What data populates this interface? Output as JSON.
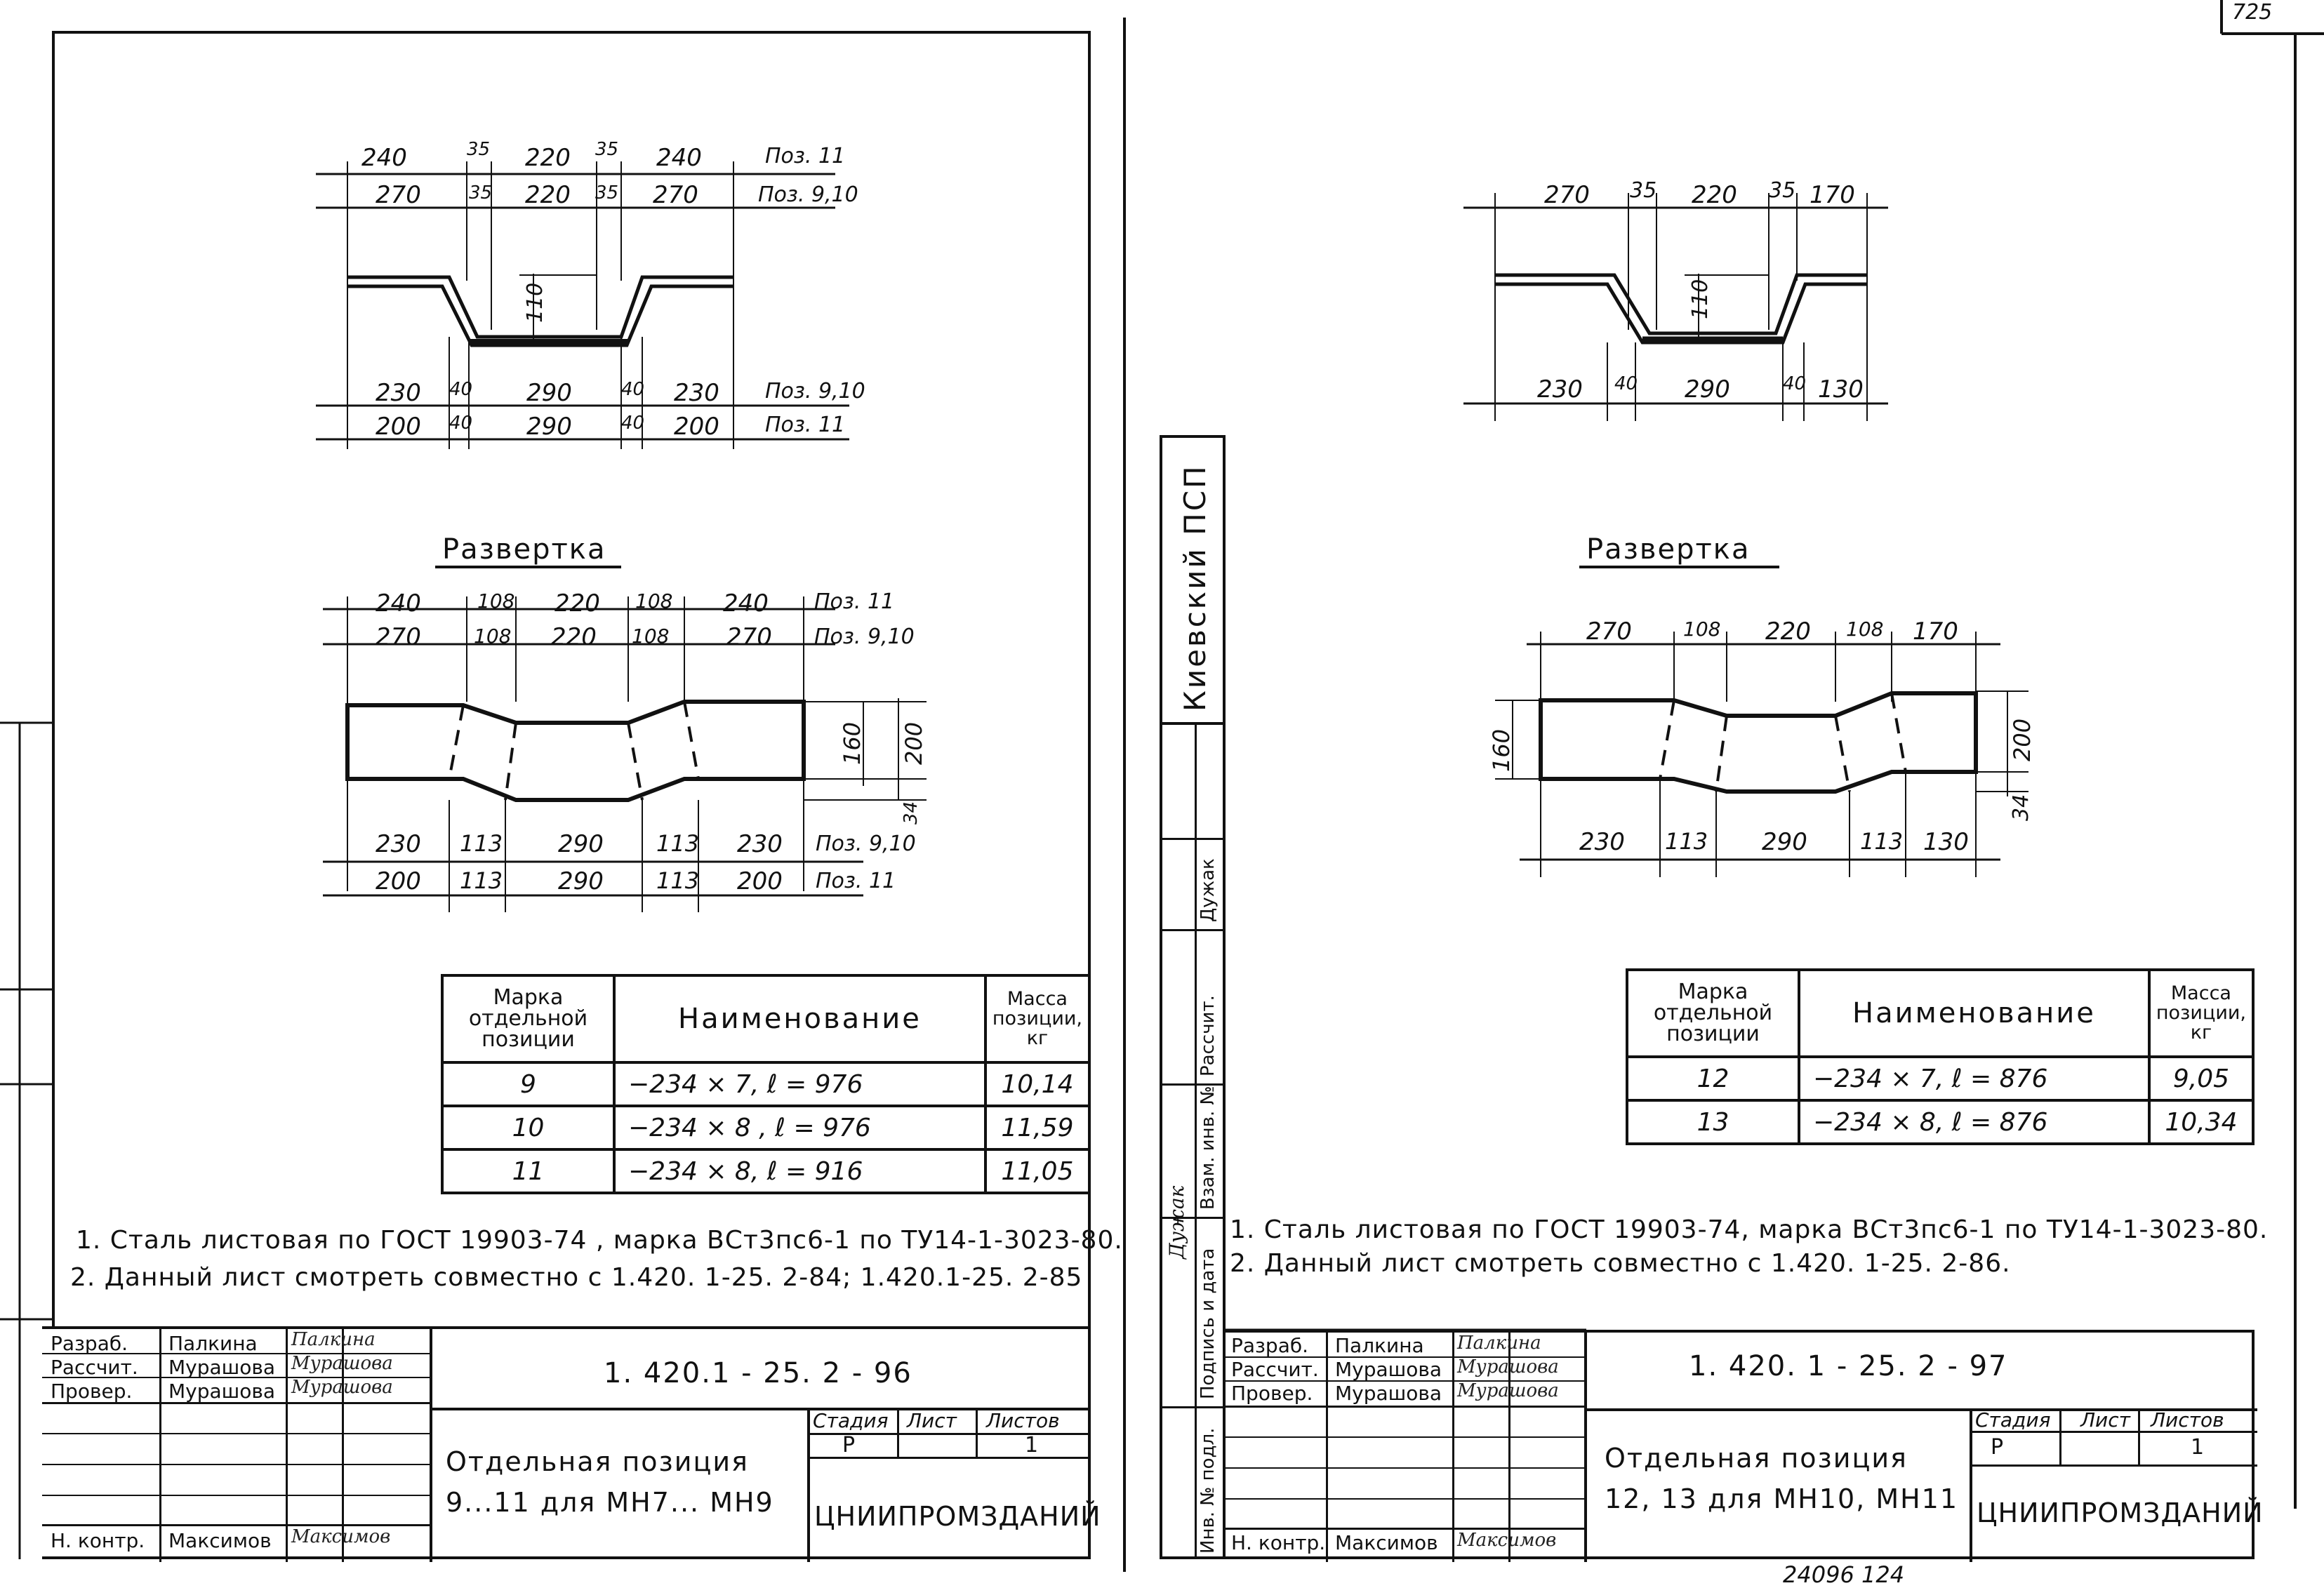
{
  "corner_number": "725",
  "bottom_number": "24096  124",
  "left": {
    "top_dims": {
      "row1": [
        "240",
        "35",
        "220",
        "35",
        "240"
      ],
      "row1_pos": "Поз. 11",
      "row2": [
        "270",
        "35",
        "220",
        "35",
        "270"
      ],
      "row2_pos": "Поз. 9,10",
      "depth": "110",
      "row3": [
        "230",
        "40",
        "290",
        "40",
        "230"
      ],
      "row3_pos": "Поз. 9,10",
      "row4": [
        "200",
        "40",
        "290",
        "40",
        "200"
      ],
      "row4_pos": "Поз. 11"
    },
    "razvertka_title": "Развертка",
    "dev_dims": {
      "row1": [
        "240",
        "108",
        "220",
        "108",
        "240"
      ],
      "row1_pos": "Поз. 11",
      "row2": [
        "270",
        "108",
        "220",
        "108",
        "270"
      ],
      "row2_pos": "Поз. 9,10",
      "h160": "160",
      "h200": "200",
      "h34": "34",
      "row3": [
        "230",
        "113",
        "290",
        "113",
        "230"
      ],
      "row3_pos": "Поз. 9,10",
      "row4": [
        "200",
        "113",
        "290",
        "113",
        "200"
      ],
      "row4_pos": "Поз. 11"
    },
    "table": {
      "headers": [
        "Марка отдельной позиции",
        "Наименование",
        "Масса позиции, кг"
      ],
      "rows": [
        [
          "9",
          "−234 × 7,   ℓ = 976",
          "10,14"
        ],
        [
          "10",
          "−234 × 8 ,   ℓ = 976",
          "11,59"
        ],
        [
          "11",
          "−234 × 8,   ℓ = 916",
          "11,05"
        ]
      ]
    },
    "note1": "1. Сталь листовая по ГОСТ 19903-74 , марка ВСт3пс6-1 по ТУ14-1-3023-80.",
    "note2": "2. Данный лист смотреть совместно с 1.420. 1-25. 2-84; 1.420.1-25. 2-85",
    "title_block": {
      "roles": [
        "Разраб.",
        "Рассчит.",
        "Провер.",
        "Н. контр."
      ],
      "names": [
        "Палкина",
        "Мурашова",
        "Мурашова",
        "Максимов"
      ],
      "signatures": [
        "Палкина",
        "Мурашова",
        "Мурашова",
        "Максимов"
      ],
      "doc_code": "1. 420.1 - 25. 2 - 96",
      "stage_label": "Стадия",
      "sheet_label": "Лист",
      "sheets_label": "Листов",
      "stage": "Р",
      "sheets": "1",
      "title": "Отдельная позиция 9...11 для МН7... МН9",
      "org": "ЦНИИПРОМЗДАНИЙ"
    }
  },
  "right": {
    "top_dims": {
      "row1": [
        "270",
        "35",
        "220",
        "35",
        "170"
      ],
      "depth": "110",
      "row2": [
        "230",
        "40",
        "290",
        "40",
        "130"
      ]
    },
    "razvertka_title": "Развертка",
    "dev_dims": {
      "row1": [
        "270",
        "108",
        "220",
        "108",
        "170"
      ],
      "h160": "160",
      "h200": "200",
      "h34": "34",
      "row2": [
        "230",
        "113",
        "290",
        "113",
        "130"
      ]
    },
    "table": {
      "headers": [
        "Марка отдельной позиции",
        "Наименование",
        "Масса позиции, кг"
      ],
      "rows": [
        [
          "12",
          "−234 × 7,   ℓ = 876",
          "9,05"
        ],
        [
          "13",
          "−234 × 8,   ℓ = 876",
          "10,34"
        ]
      ]
    },
    "note1": "1. Сталь листовая по ГОСТ 19903-74, марка ВСт3пс6-1 по ТУ14-1-3023-80.",
    "note2": "2. Данный лист смотреть совместно с 1.420. 1-25. 2-86.",
    "title_block": {
      "roles": [
        "Разраб.",
        "Рассчит.",
        "Провер.",
        "Н. контр."
      ],
      "names": [
        "Палкина",
        "Мурашова",
        "Мурашова",
        "Максимов"
      ],
      "signatures": [
        "Палкина",
        "Мурашова",
        "Мурашова",
        "Максимов"
      ],
      "doc_code": "1. 420. 1 - 25. 2 - 97",
      "stage_label": "Стадия",
      "sheet_label": "Лист",
      "sheets_label": "Листов",
      "stage": "Р",
      "sheets": "1",
      "title": "Отдельная позиция 12, 13 для МН10, МН11",
      "org": "ЦНИИПРОМЗДАНИЙ"
    },
    "side_stamp": {
      "org": "Киевский ПСП",
      "labels": [
        "Дужак",
        "Рассчит.",
        "Взам. инв. №",
        "Подпись и дата",
        "Инв. № подл."
      ],
      "signature": "Дужак"
    }
  }
}
